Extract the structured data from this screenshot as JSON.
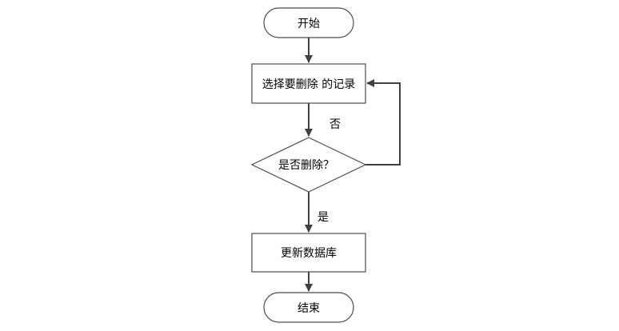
{
  "nodes": {
    "start": "开始",
    "select": "选择要删除 的记录",
    "decision": "是否删除？",
    "update": "更新数据库",
    "end": "结束"
  },
  "edge_labels": {
    "no": "否",
    "yes": "是"
  },
  "colors": {
    "stroke": "#4d4d4d",
    "fill": "#ffffff",
    "text": "#000000"
  }
}
